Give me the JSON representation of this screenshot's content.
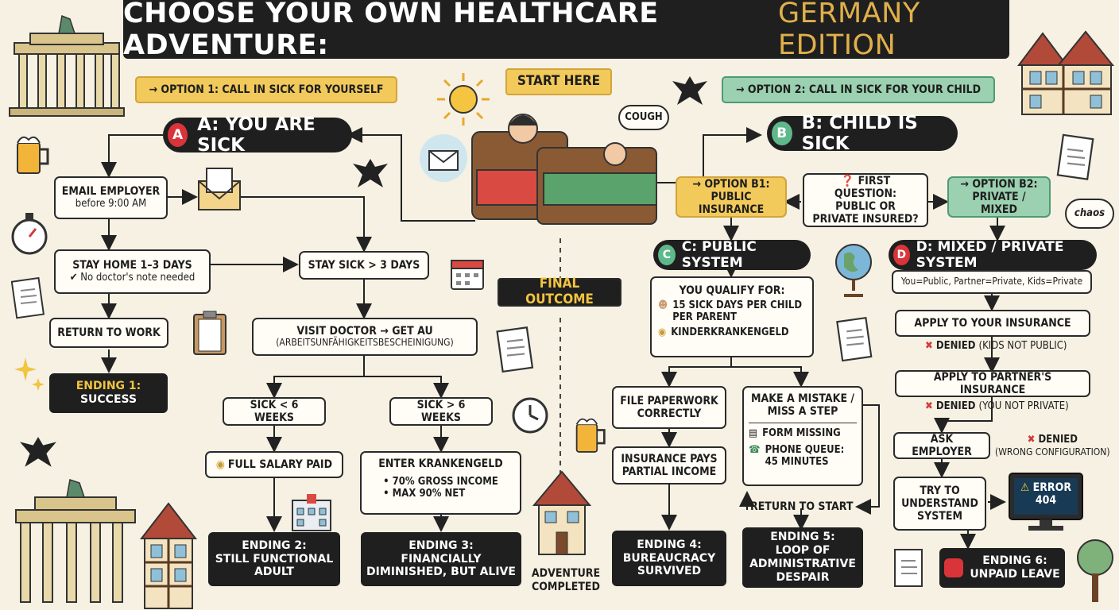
{
  "title": {
    "main": "CHOOSE YOUR OWN HEALTHCARE ADVENTURE:",
    "accent": "GERMANY EDITION"
  },
  "start_here": "START HERE",
  "cough": "COUGH",
  "chaos": "chaos",
  "final_outcome": "FINAL OUTCOME",
  "adventure_completed": "ADVENTURE COMPLETED",
  "option1": "→ OPTION 1: CALL IN SICK FOR YOURSELF",
  "option2": "→ OPTION 2: CALL IN SICK FOR YOUR CHILD",
  "branchA": {
    "letter": "A",
    "label": "A: YOU ARE SICK"
  },
  "branchB": {
    "letter": "B",
    "label": "B: CHILD IS SICK"
  },
  "branchC": {
    "letter": "C",
    "label": "C: PUBLIC SYSTEM"
  },
  "branchD": {
    "letter": "D",
    "label": "D: MIXED / PRIVATE SYSTEM"
  },
  "a": {
    "email_title": "EMAIL EMPLOYER",
    "email_sub": "before 9:00 AM",
    "stay_home_title": "STAY HOME 1–3 DAYS",
    "stay_home_sub": "✔ No doctor's note needed",
    "return_work": "RETURN TO WORK",
    "stay_sick": "STAY SICK > 3 DAYS",
    "visit_title": "VISIT DOCTOR → GET AU",
    "visit_sub": "(ARBEITSUNFÄHIGKEITSBESCHEINIGUNG)",
    "lt6": "SICK < 6 WEEKS",
    "gt6": "SICK > 6 WEEKS",
    "full_salary": "FULL SALARY PAID",
    "kg_title": "ENTER KRANKENGELD",
    "kg_b1": "• 70% GROSS INCOME",
    "kg_b2": "• MAX 90% NET"
  },
  "b": {
    "b1_line1": "→ OPTION B1:",
    "b1_line2": "PUBLIC INSURANCE",
    "q_line1": "FIRST QUESTION:",
    "q_line2": "PUBLIC OR",
    "q_line3": "PRIVATE INSURED?",
    "b2_line1": "→ OPTION B2:",
    "b2_line2": "PRIVATE / MIXED"
  },
  "c": {
    "qualify_title": "YOU QUALIFY FOR:",
    "qualify_1": "15 SICK DAYS PER CHILD PER PARENT",
    "qualify_2": "KINDERKRANKENGELD",
    "file_ok": "FILE PAPERWORK CORRECTLY",
    "pays": "INSURANCE PAYS PARTIAL INCOME",
    "mistake": "MAKE A MISTAKE / MISS A STEP",
    "form_missing": "FORM MISSING",
    "phone_queue": "PHONE QUEUE: 45 MINUTES",
    "return_start": "RETURN TO START"
  },
  "d": {
    "setup": "You=Public, Partner=Private, Kids=Private",
    "apply_yours": "APPLY TO YOUR INSURANCE",
    "denied1": "DENIED",
    "denied1_reason": "(KIDS NOT PUBLIC)",
    "apply_partner": "APPLY TO PARTNER'S INSURANCE",
    "denied2": "DENIED",
    "denied2_reason": "(YOU NOT PRIVATE)",
    "ask_employer": "ASK EMPLOYER",
    "denied3": "DENIED",
    "denied3_reason": "(WRONG CONFIGURATION)",
    "try_understand": "TRY TO UNDERSTAND SYSTEM",
    "error": "ERROR",
    "error_code": "404"
  },
  "endings": {
    "e1_title": "ENDING 1:",
    "e1_sub": "SUCCESS",
    "e2_title": "ENDING 2:",
    "e2_sub": "STILL FUNCTIONAL ADULT",
    "e3_title": "ENDING 3:",
    "e3_sub": "FINANCIALLY DIMINISHED, BUT ALIVE",
    "e4_title": "ENDING 4:",
    "e4_sub": "BUREAUCRACY SURVIVED",
    "e5_title": "ENDING 5:",
    "e5_sub": "LOOP OF ADMINISTRATIVE DESPAIR",
    "e6_title": "ENDING 6:",
    "e6_sub": "UNPAID LEAVE"
  },
  "colors": {
    "background": "#f6f1e3",
    "dark": "#1f1f1f",
    "gold": "#e0b04a",
    "badge_red": "#d9343a",
    "badge_green": "#5fb889",
    "option_yellow": "#f2c95b",
    "option_green": "#9bd0b0"
  },
  "icons": [
    "sun-icon",
    "envelope-icon",
    "eagle-icon",
    "beer-icon",
    "stopwatch-icon",
    "clipboard-icon",
    "document-icon",
    "calendar-icon",
    "globe-icon",
    "clock-icon",
    "error-monitor-icon",
    "stop-sign-icon",
    "hospital-icon",
    "money-bag-icon",
    "baby-icon",
    "phone-icon",
    "brandenburg-gate-icon",
    "half-timbered-house-icon",
    "tree-icon",
    "bed-icon"
  ]
}
